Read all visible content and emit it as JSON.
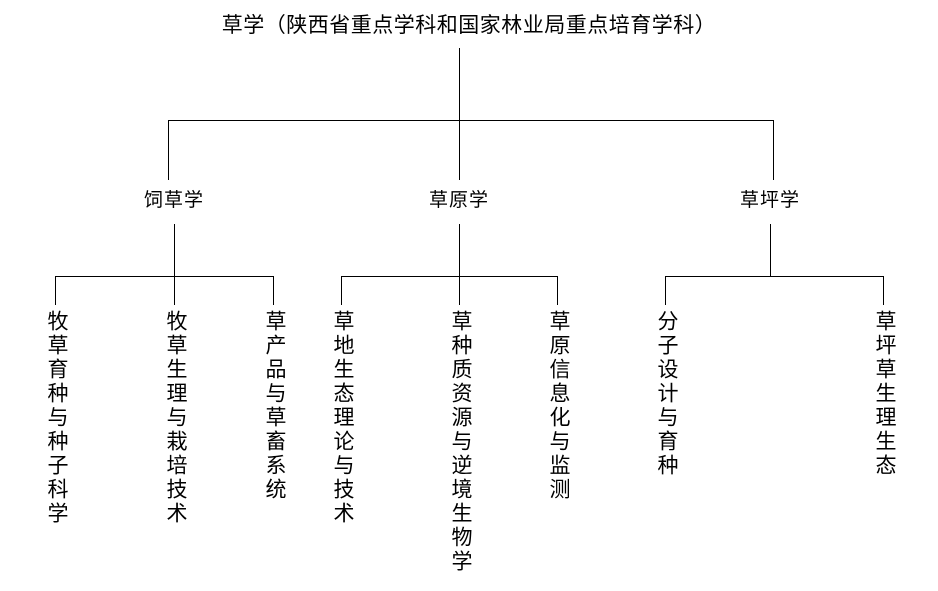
{
  "diagram": {
    "type": "organizational-tree",
    "title": "草学（陕西省重点学科和国家林业局重点培育学科）",
    "root": {
      "label": "草学（陕西省重点学科和国家林业局重点培育学科）"
    },
    "branches": [
      {
        "label": "饲草学",
        "children": [
          {
            "label": "牧草育种与种子科学"
          },
          {
            "label": "牧草生理与栽培技术"
          },
          {
            "label": "草产品与草畜系统"
          }
        ]
      },
      {
        "label": "草原学",
        "children": [
          {
            "label": "草地生态理论与技术"
          },
          {
            "label": "草种质资源与逆境生物学"
          },
          {
            "label": "草原信息化与监测"
          }
        ]
      },
      {
        "label": "草坪学",
        "children": [
          {
            "label": "分子设计与育种"
          },
          {
            "label": "草坪草生理生态"
          }
        ]
      }
    ],
    "style": {
      "line_color": "#000000",
      "text_color": "#000000",
      "background": "#ffffff"
    }
  }
}
